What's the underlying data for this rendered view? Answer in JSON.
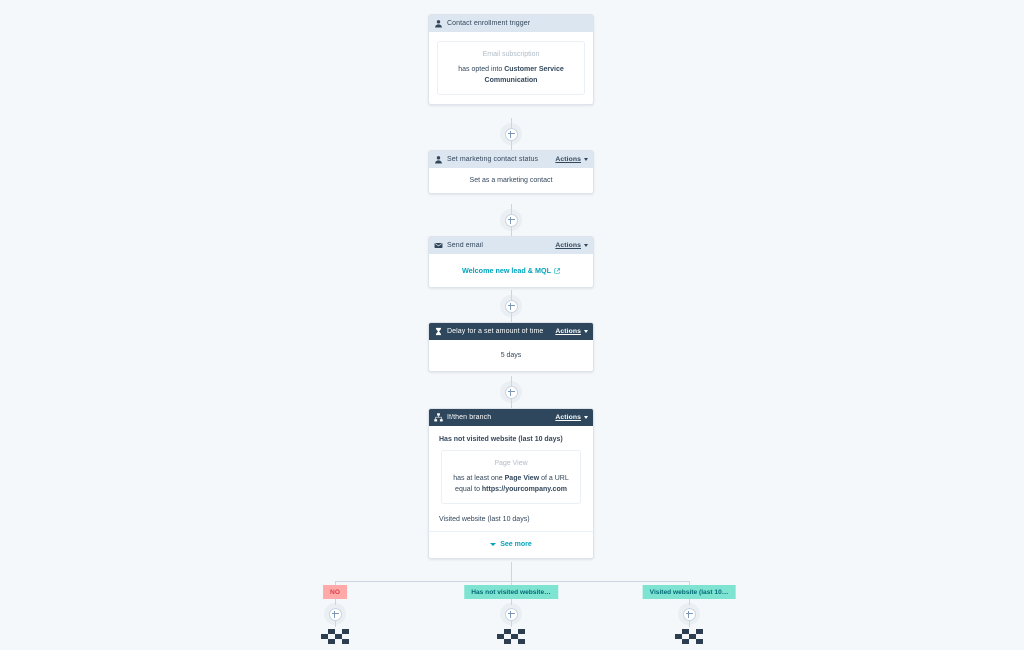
{
  "canvas": {
    "background": "#f5f8fa",
    "connector_color": "#cbd6e2"
  },
  "workflow": {
    "steps": [
      {
        "id": "trigger",
        "icon": "contact-icon",
        "header_style": "light",
        "title": "Contact enrollment trigger",
        "has_actions": false,
        "filter": {
          "title": "Email subscription",
          "text_prefix": "has opted into ",
          "text_bold": "Customer Service Communication"
        }
      },
      {
        "id": "set-marketing-contact-status",
        "icon": "contact-icon",
        "header_style": "light",
        "title": "Set marketing contact status",
        "has_actions": true,
        "actions_label": "Actions",
        "body": "Set as a marketing contact"
      },
      {
        "id": "send-email",
        "icon": "email-icon",
        "header_style": "light",
        "title": "Send email",
        "has_actions": true,
        "actions_label": "Actions",
        "link": "Welcome new lead & MQL"
      },
      {
        "id": "delay",
        "icon": "hourglass-icon",
        "header_style": "dark",
        "title": "Delay for a set amount of time",
        "has_actions": true,
        "actions_label": "Actions",
        "body": "5 days"
      },
      {
        "id": "if-then-branch",
        "icon": "branch-icon",
        "header_style": "dark",
        "title": "If/then branch",
        "has_actions": true,
        "actions_label": "Actions",
        "branch_one_label": "Has not visited website (last 10 days)",
        "filter": {
          "title": "Page View",
          "line1_prefix": "has at least one ",
          "line1_bold": "Page View",
          "line1_suffix": " of a URL",
          "line2_prefix": "equal to ",
          "line2_bold": "https://yourcompany.com"
        },
        "branch_two_label": "Visited website (last 10 days)",
        "see_more_label": "See more"
      }
    ],
    "branches": [
      {
        "id": "branch-no",
        "label": "NO",
        "style": "no"
      },
      {
        "id": "branch-has-not-visited",
        "label": "Has not visited website…",
        "style": "teal"
      },
      {
        "id": "branch-visited",
        "label": "Visited website (last 10…",
        "style": "teal"
      }
    ],
    "colors": {
      "header_light": "#dce6f0",
      "header_dark": "#2e475d",
      "link": "#00a4bd",
      "badge_no_bg": "#ffaaa9",
      "badge_no_text": "#d6434a",
      "badge_teal_bg": "#7fe3d2",
      "badge_teal_text": "#006a75"
    }
  }
}
